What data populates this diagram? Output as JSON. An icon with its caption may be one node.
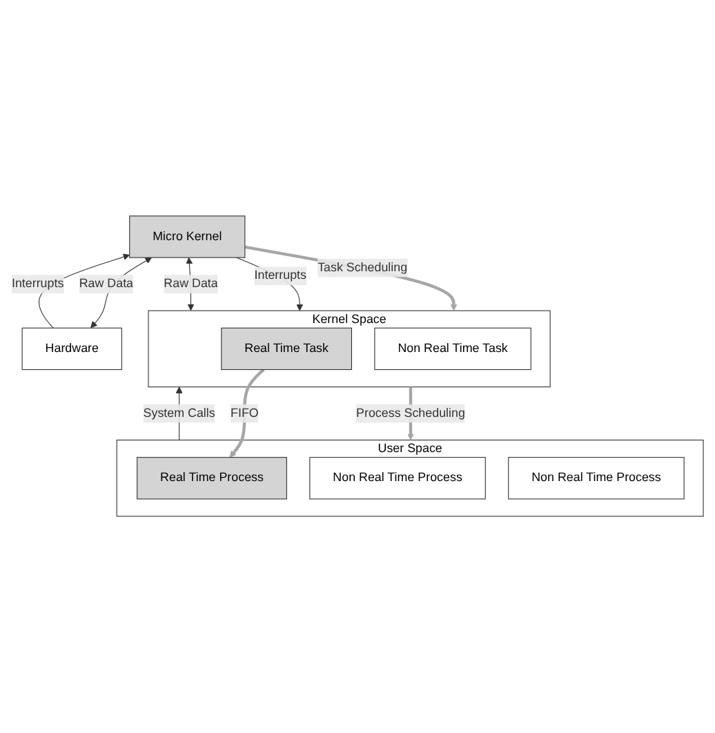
{
  "diagram": {
    "nodes": [
      {
        "text": [
          "User Space"
        ]
      },
      {
        "text": [
          "Real Time Process"
        ],
        "in": 0
      },
      {
        "text": [
          "Non Real Time Process"
        ],
        "in": 0
      },
      {
        "text": [
          "Non Real Time Process"
        ],
        "in": 0
      },
      {
        "text": [
          "Kernel Space"
        ]
      },
      {
        "text": [
          "Real Time Task"
        ],
        "in": 4
      },
      {
        "text": [
          "Non Real Time Task"
        ],
        "in": 4
      },
      {
        "text": [
          "Micro Kernel"
        ]
      },
      {
        "text": [
          "Hardware"
        ]
      }
    ],
    "edges": [
      {
        "from": 5,
        "to": 1,
        "arrow": "to",
        "label": "FIFO",
        "style": "thick",
        "color": "#a6a6a6"
      },
      {
        "from": 0,
        "to": 4,
        "arrow": "to",
        "label": "System Calls"
      },
      {
        "from": 4,
        "to": 0,
        "arrow": "to",
        "label": "Process Scheduling",
        "style": "thick",
        "color": "#a6a6a6"
      },
      {
        "from": 7,
        "to": 4,
        "arrow": "to",
        "label": "Interrupts"
      },
      {
        "from": 4,
        "to": 7,
        "arrow": "both",
        "label": "Raw Data"
      },
      {
        "from": 7,
        "to": 4,
        "arrow": "to",
        "label": "Task Scheduling",
        "style": "thick",
        "color": "#a6a6a6"
      },
      {
        "from": 8,
        "to": 7,
        "arrow": "to",
        "label": "Interrupts"
      },
      {
        "from": 8,
        "to": 7,
        "arrow": "both",
        "label": "Raw Data"
      }
    ]
  }
}
